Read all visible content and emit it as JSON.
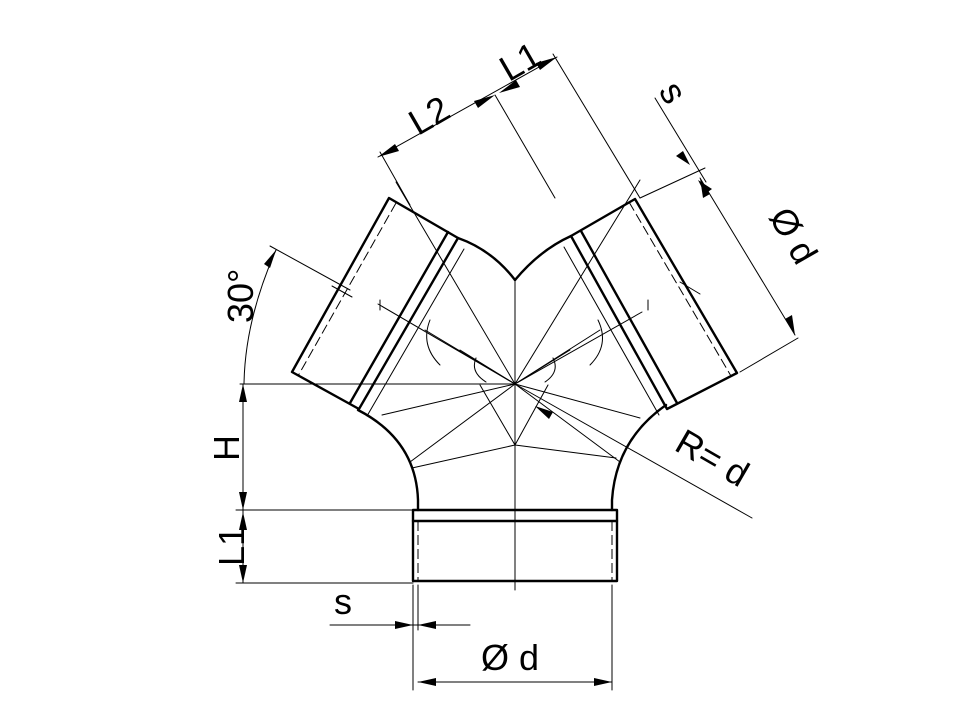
{
  "labels": {
    "top_l1": "L1",
    "top_l2": "L2",
    "top_s": "s",
    "top_diameter": "Ø d",
    "angle": "30°",
    "height": "H",
    "left_l1": "L1",
    "bottom_s": "s",
    "bottom_diameter": "Ø d",
    "radius": "R= d"
  }
}
